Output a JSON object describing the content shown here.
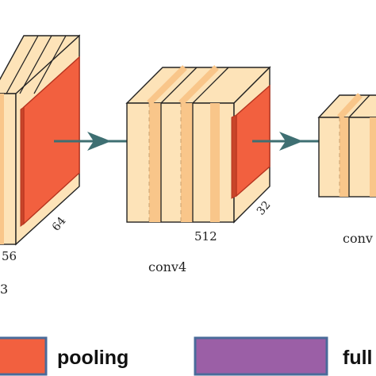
{
  "colors": {
    "conv_face": "#fde3b8",
    "conv_stripe": "#f9c68a",
    "conv_edge": "#222222",
    "pool": "#f2603f",
    "pool_edge": "#b7341f",
    "arrow": "#3e6f72",
    "fc": "#9b5fa6",
    "legend_border": "#4a6b9a"
  },
  "blocks": {
    "block3": {
      "depth_label": "64",
      "width_label": "56",
      "name_fragment": "3"
    },
    "block4": {
      "depth_label": "32",
      "width_label": "512",
      "name": "conv4"
    },
    "block5": {
      "name_fragment": "conv"
    }
  },
  "legend": {
    "pool_label": "pooling",
    "fc_label": "full"
  }
}
